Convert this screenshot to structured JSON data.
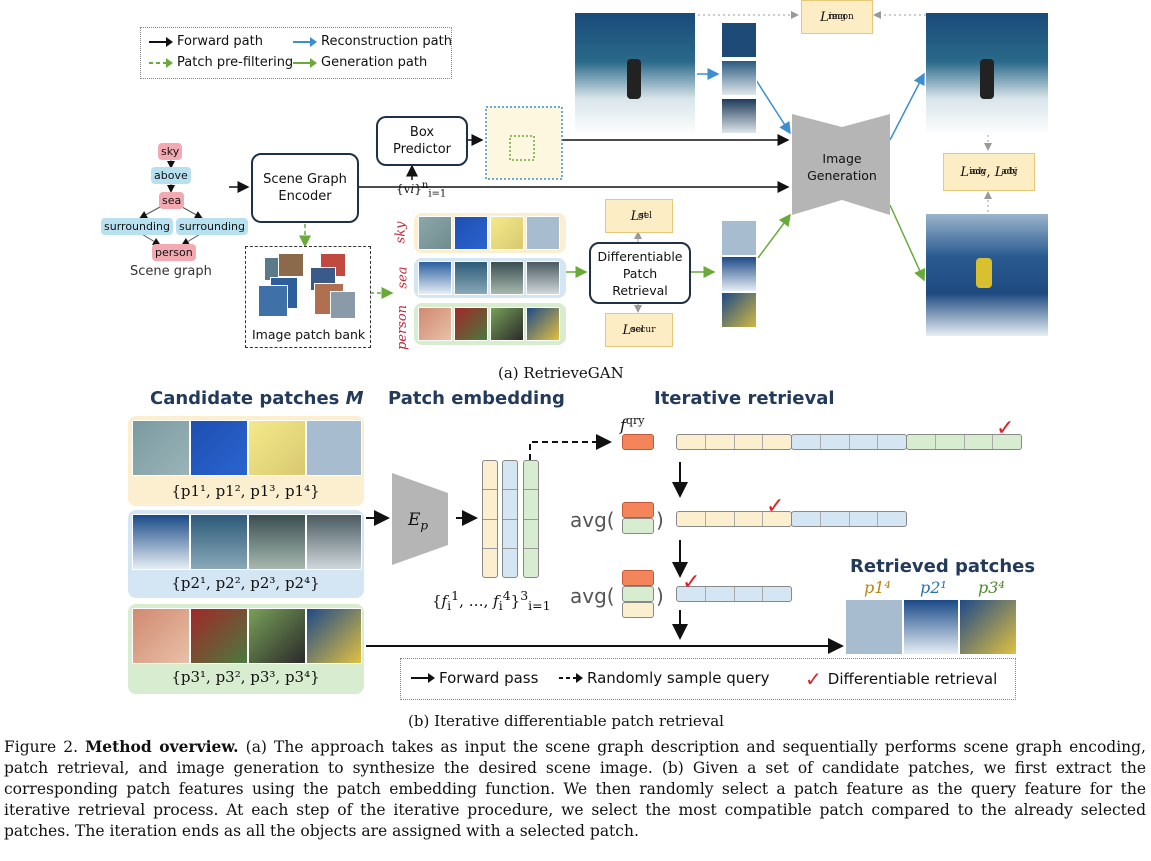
{
  "legend_top": {
    "items": [
      {
        "label": "Forward path",
        "color": "#111111"
      },
      {
        "label": "Reconstruction path",
        "color": "#3b8fd0"
      },
      {
        "label": "Patch pre-filtering",
        "color": "#6aaa3a"
      },
      {
        "label": "Generation path",
        "color": "#6aaa3a"
      }
    ]
  },
  "scene_graph": {
    "nodes": [
      "sky",
      "above",
      "sea",
      "surrounding",
      "surrounding",
      "person"
    ],
    "label": "Scene graph"
  },
  "encoder": {
    "label": "Scene Graph Encoder"
  },
  "box_predictor": {
    "label": "Box Predictor"
  },
  "vi_label": "{vi}ni=1",
  "patch_bank": {
    "label": "Image patch bank"
  },
  "row_labels": [
    "sky",
    "sea",
    "person"
  ],
  "retrieval_box": {
    "label": "Differentiable Patch Retrieval"
  },
  "generator": {
    "label": "Image Generation"
  },
  "losses": {
    "recon": "L img recon",
    "gt": "L sel gt",
    "occur": "L sel occur",
    "adv": "L img adv , L obj adv"
  },
  "caption_a": "(a) RetrieveGAN",
  "headings": {
    "candidates": "Candidate patches M",
    "embedding": "Patch embedding",
    "iterative": "Iterative retrieval",
    "retrieved": "Retrieved patches"
  },
  "set_labels": [
    "{p1¹, p1², p1³, p1⁴}",
    "{p2¹, p2², p2³, p2⁴}",
    "{p3¹, p3², p3³, p3⁴}"
  ],
  "encoder_b": "Ep",
  "feature_set": "{fi¹, …, fi⁴}³i=1",
  "fqry": "f qry",
  "avg_label": "avg(",
  "retrieved_labels": [
    {
      "text": "p1⁴",
      "color": "#b8860b"
    },
    {
      "text": "p2¹",
      "color": "#2a6fb0"
    },
    {
      "text": "p3⁴",
      "color": "#4e8a2e"
    }
  ],
  "legend_bottom": {
    "forward": "Forward pass",
    "random": "Randomly sample query",
    "diff": "Differentiable retrieval"
  },
  "caption_b": "(b) Iterative differentiable patch retrieval",
  "figure_caption": {
    "prefix": "Figure 2.",
    "bold": "Method overview.",
    "body": "(a) The approach takes as input the scene graph description and sequentially performs scene graph encoding, patch retrieval, and image generation to synthesize the desired scene image. (b) Given a set of candidate patches, we first extract the corresponding patch features using the patch embedding function. We then randomly select a patch feature as the query feature for the iterative retrieval process. At each step of the iterative procedure, we select the most compatible patch compared to the already selected patches. The iteration ends as all the objects are assigned with a selected patch."
  },
  "colors": {
    "yellow_bg": "#fbefcf",
    "blue_bg": "#d4e6f3",
    "green_bg": "#d8ecd0",
    "navy": "#1f3146",
    "check": "#e0202a"
  }
}
